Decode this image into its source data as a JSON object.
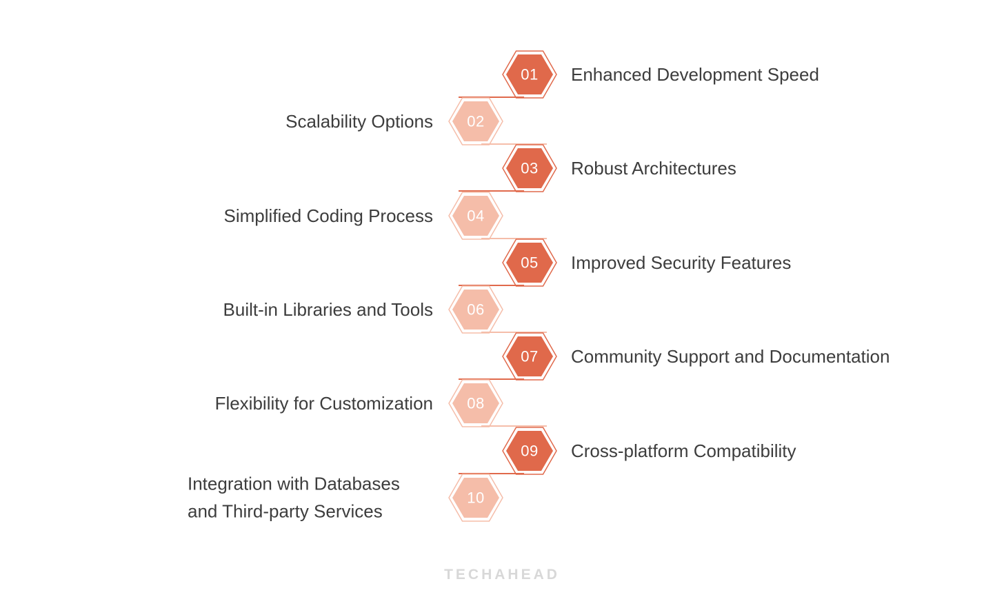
{
  "colors": {
    "dark": "#E0694B",
    "light": "#F5BDA9",
    "label_text": "#3D3D3D",
    "footer_text": "#D8D8D8",
    "background": "#FFFFFF"
  },
  "items": [
    {
      "number": "01",
      "label": "Enhanced Development Speed",
      "side": "right",
      "tone": "dark"
    },
    {
      "number": "02",
      "label": "Scalability Options",
      "side": "left",
      "tone": "light"
    },
    {
      "number": "03",
      "label": "Robust Architectures",
      "side": "right",
      "tone": "dark"
    },
    {
      "number": "04",
      "label": "Simplified Coding Process",
      "side": "left",
      "tone": "light"
    },
    {
      "number": "05",
      "label": "Improved Security Features",
      "side": "right",
      "tone": "dark"
    },
    {
      "number": "06",
      "label": "Built-in Libraries and Tools",
      "side": "left",
      "tone": "light"
    },
    {
      "number": "07",
      "label": "Community Support and Documentation",
      "side": "right",
      "tone": "dark"
    },
    {
      "number": "08",
      "label": "Flexibility for Customization",
      "side": "left",
      "tone": "light"
    },
    {
      "number": "09",
      "label": "Cross-platform Compatibility",
      "side": "right",
      "tone": "dark"
    },
    {
      "number": "10",
      "label": "Integration with Databases\nand Third-party Services",
      "side": "left",
      "tone": "light"
    }
  ],
  "footer": {
    "brand": "TECHAHEAD"
  }
}
